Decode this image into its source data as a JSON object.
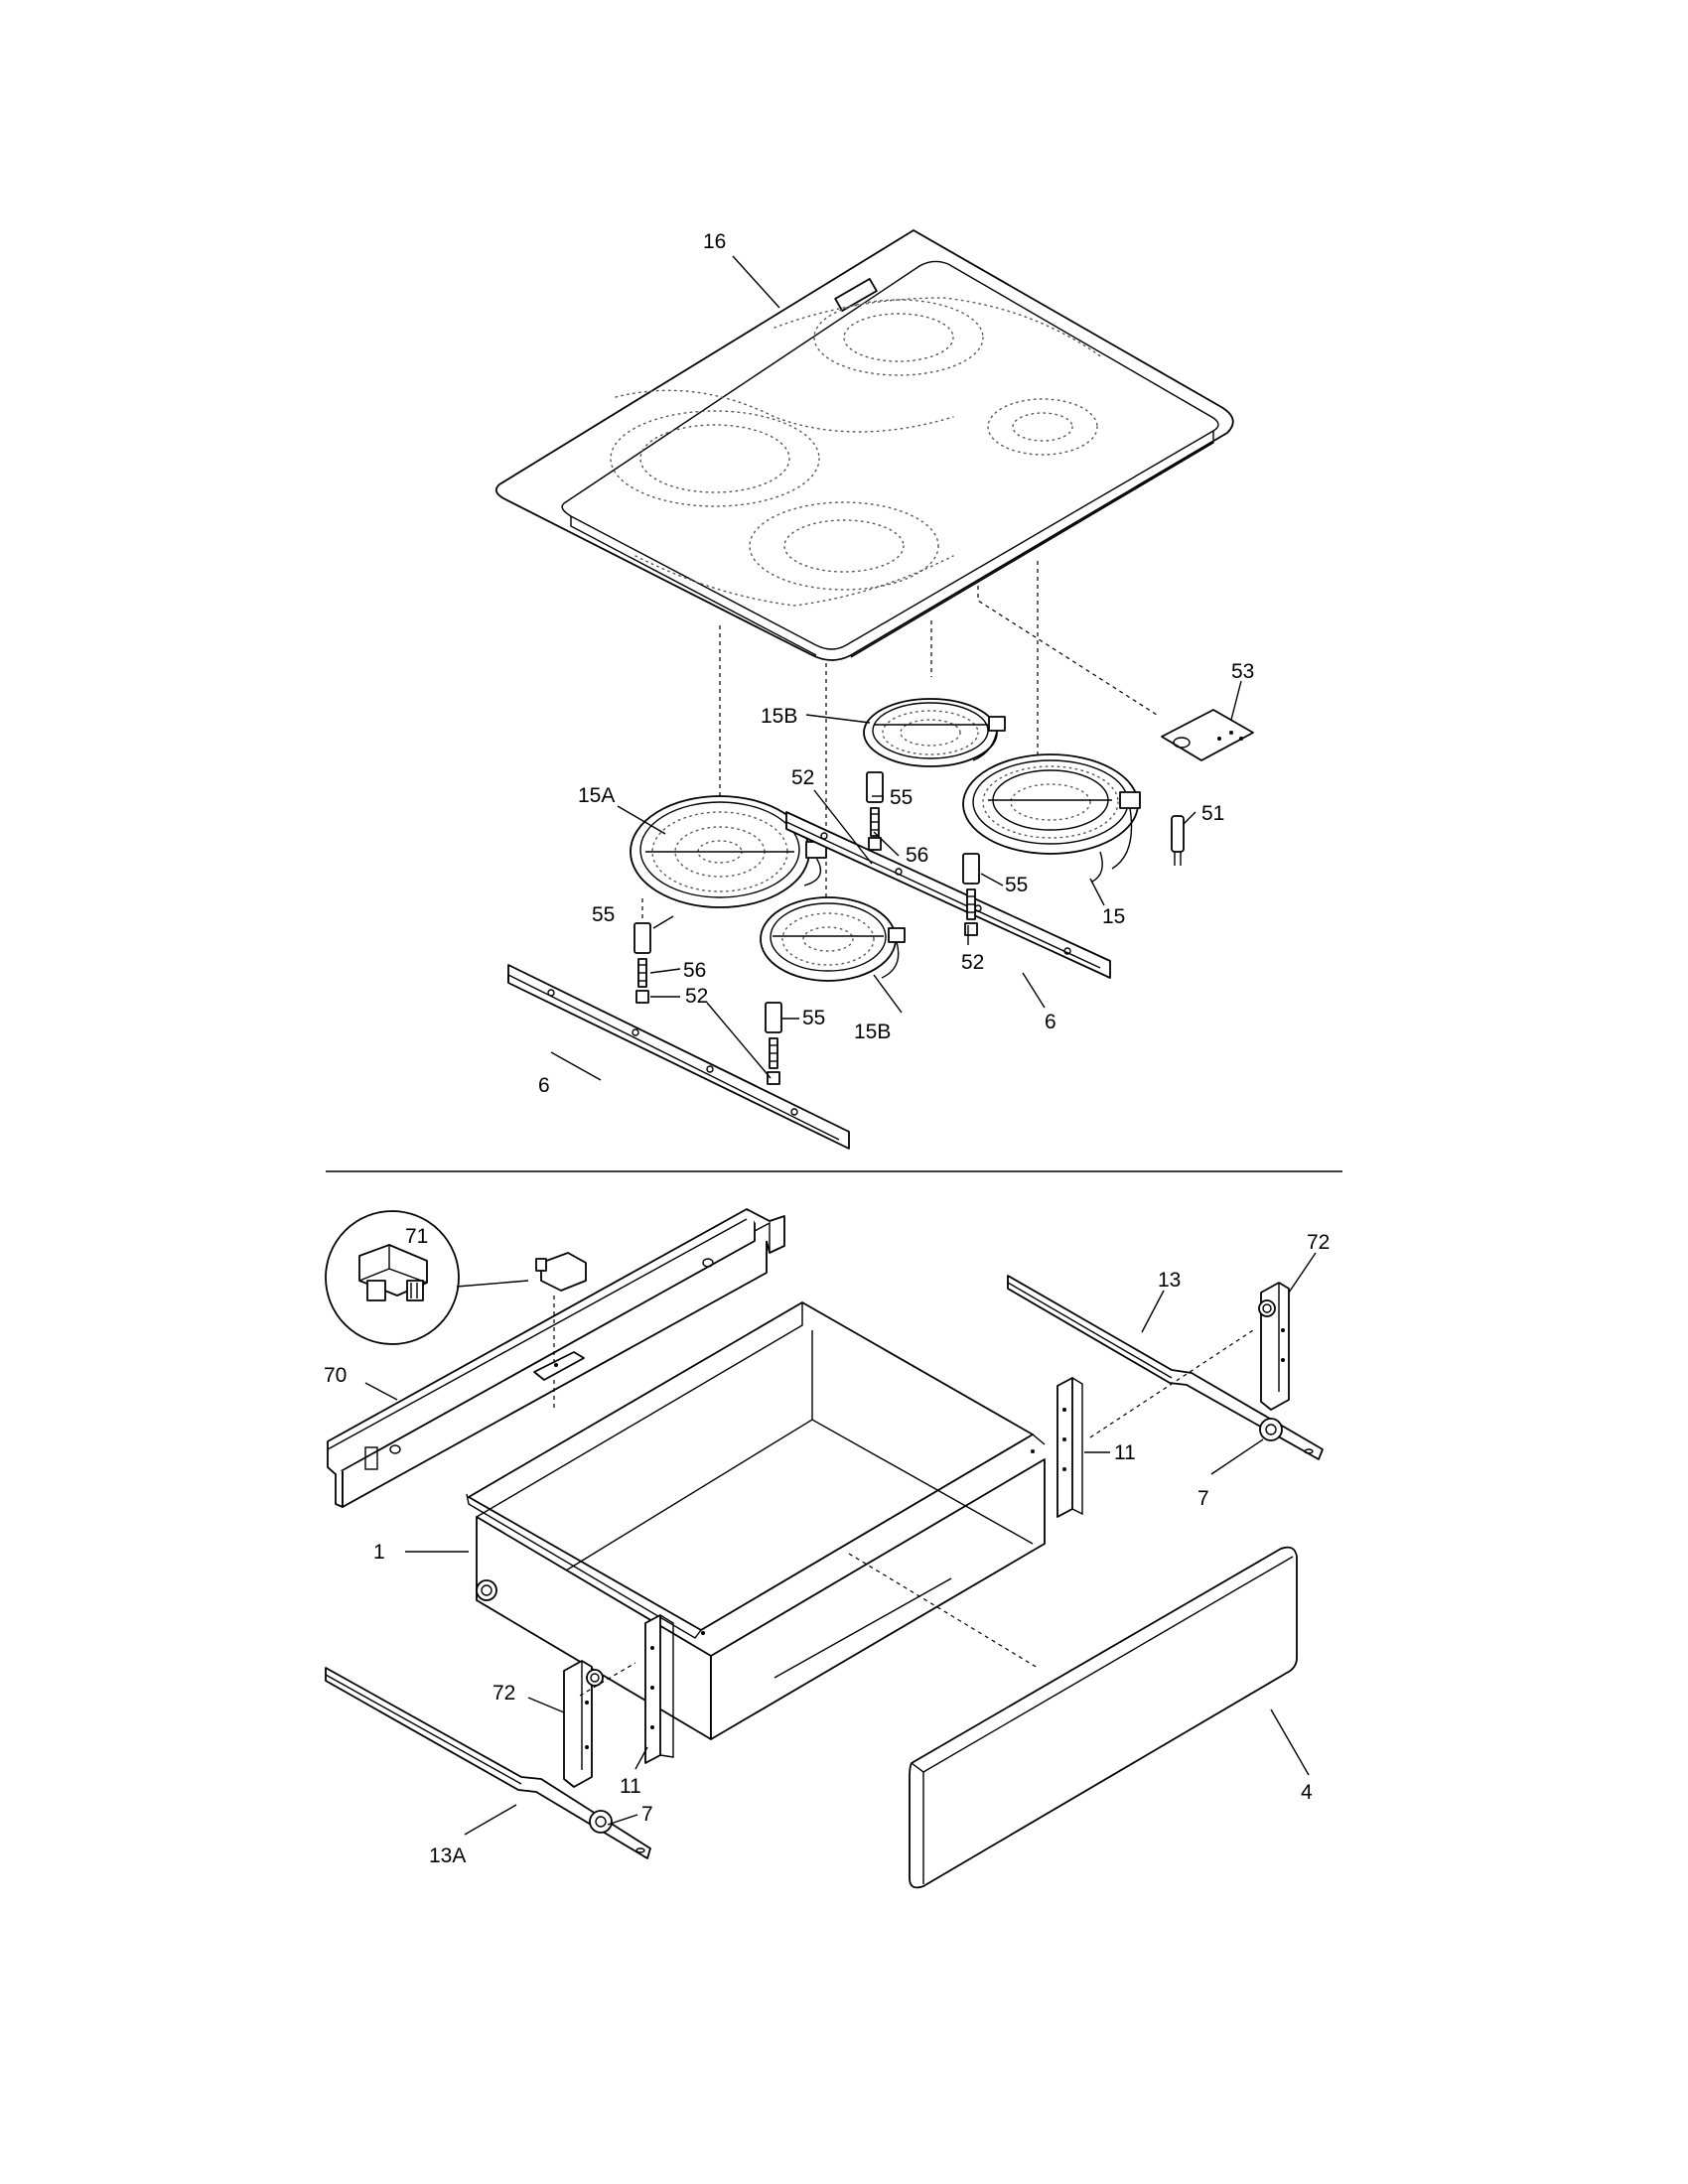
{
  "callouts": {
    "c16": "16",
    "c53": "53",
    "c15B_top": "15B",
    "c52_a": "52",
    "c55_a": "55",
    "c15A": "15A",
    "c56_a": "56",
    "c51": "51",
    "c55_b": "55",
    "c15": "15",
    "c55_c": "55",
    "c56_b": "56",
    "c52_b": "52",
    "c55_d": "55",
    "c52_c": "52",
    "c15B_bottom": "15B",
    "c6_right": "6",
    "c6_left": "6",
    "c71": "71",
    "c72_top": "72",
    "c13": "13",
    "c70": "70",
    "c11_right": "11",
    "c7_right": "7",
    "c1": "1",
    "c72_bottom": "72",
    "c11_left": "11",
    "c7_left": "7",
    "c13A": "13A",
    "c4": "4"
  }
}
